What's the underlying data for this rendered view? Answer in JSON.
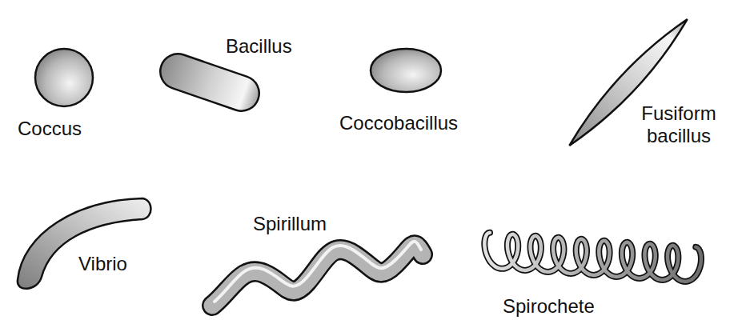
{
  "diagram": {
    "labels": [
      "Bacillus",
      "Coccus",
      "Coccobacillus",
      "Fusiform bacillus",
      "Spirillum",
      "Vibrio",
      "Spirochete"
    ]
  }
}
